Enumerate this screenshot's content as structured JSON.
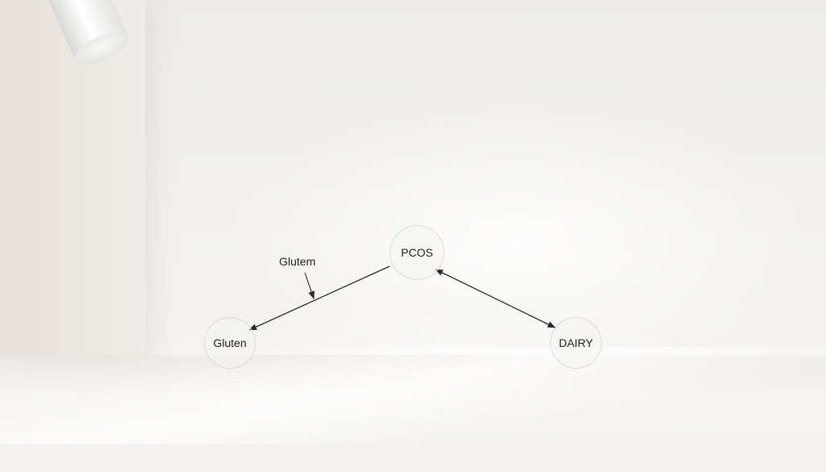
{
  "diagram": {
    "nodes": {
      "pcos": "PCOS",
      "gluten": "Gluten",
      "dairy": "DAIRY"
    },
    "edges": [
      {
        "from": "PCOS",
        "to": "Gluten",
        "direction": "forward",
        "label": "Glutem"
      },
      {
        "from": "PCOS",
        "to": "DAIRY",
        "direction": "both"
      }
    ],
    "edge_label": "Glutem",
    "stroke_color": "#2b2b2b"
  }
}
